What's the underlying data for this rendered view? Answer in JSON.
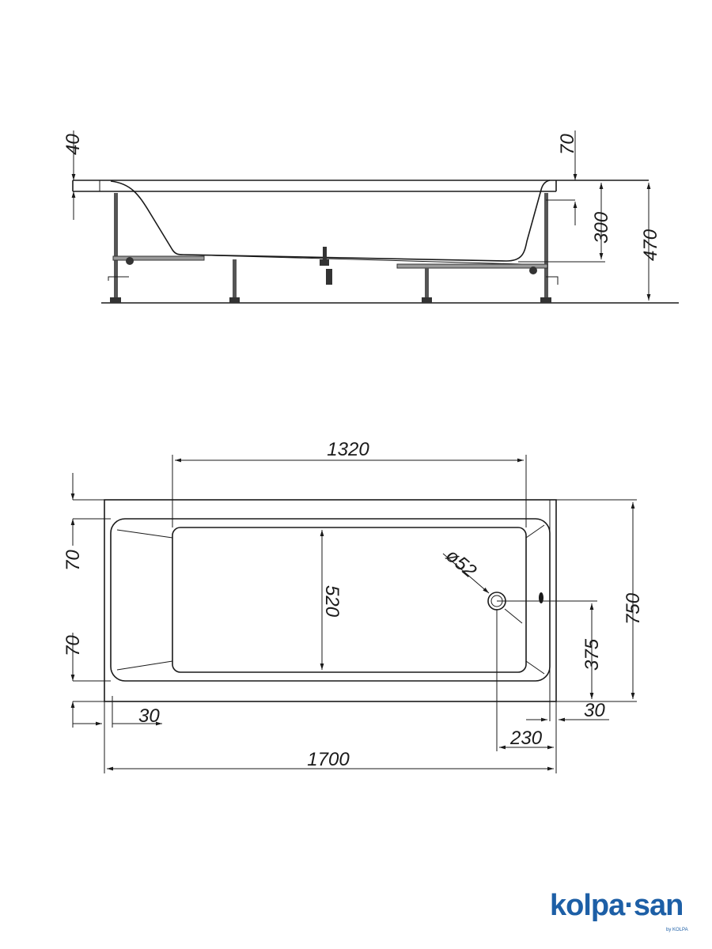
{
  "side_view": {
    "dim_rim_left": "40",
    "dim_rim_right": "70",
    "dim_depth": "300",
    "dim_height": "470"
  },
  "plan_view": {
    "dim_inner_length": "1320",
    "dim_rim_top": "70",
    "dim_rim_bottom": "70",
    "dim_inner_width": "520",
    "dim_drain_diameter": "ø52",
    "dim_width": "750",
    "dim_drain_offset_y": "375",
    "dim_left_offset": "30",
    "dim_right_offset": "30",
    "dim_drain_offset_x": "230",
    "dim_length": "1700"
  },
  "logo": {
    "name": "kolpa·san",
    "sub": "by KOLPA",
    "color": "#1d5fa6"
  }
}
